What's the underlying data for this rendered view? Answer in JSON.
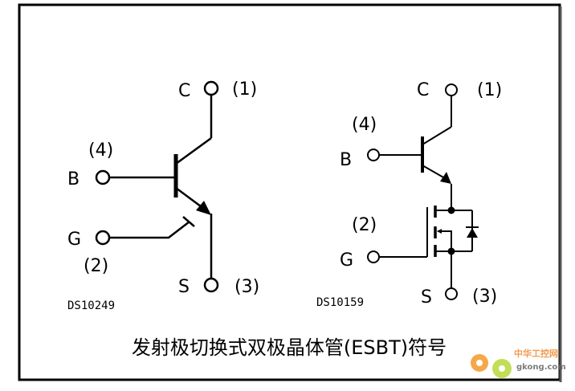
{
  "left_symbol": {
    "collector": "C",
    "collector_pin": "(1)",
    "base": "B",
    "base_pin": "(4)",
    "gate": "G",
    "gate_pin": "(2)",
    "source": "S",
    "source_pin": "(3)",
    "code": "DS10249"
  },
  "right_symbol": {
    "collector": "C",
    "collector_pin": "(1)",
    "base": "B",
    "base_pin": "(4)",
    "gate": "G",
    "gate_pin": "(2)",
    "source": "S",
    "source_pin": "(3)",
    "code": "DS10159"
  },
  "caption": "发射极切换式双极晶体管(ESBT)符号",
  "watermark": {
    "cn": "中华工控网",
    "url": "gkong.com"
  }
}
